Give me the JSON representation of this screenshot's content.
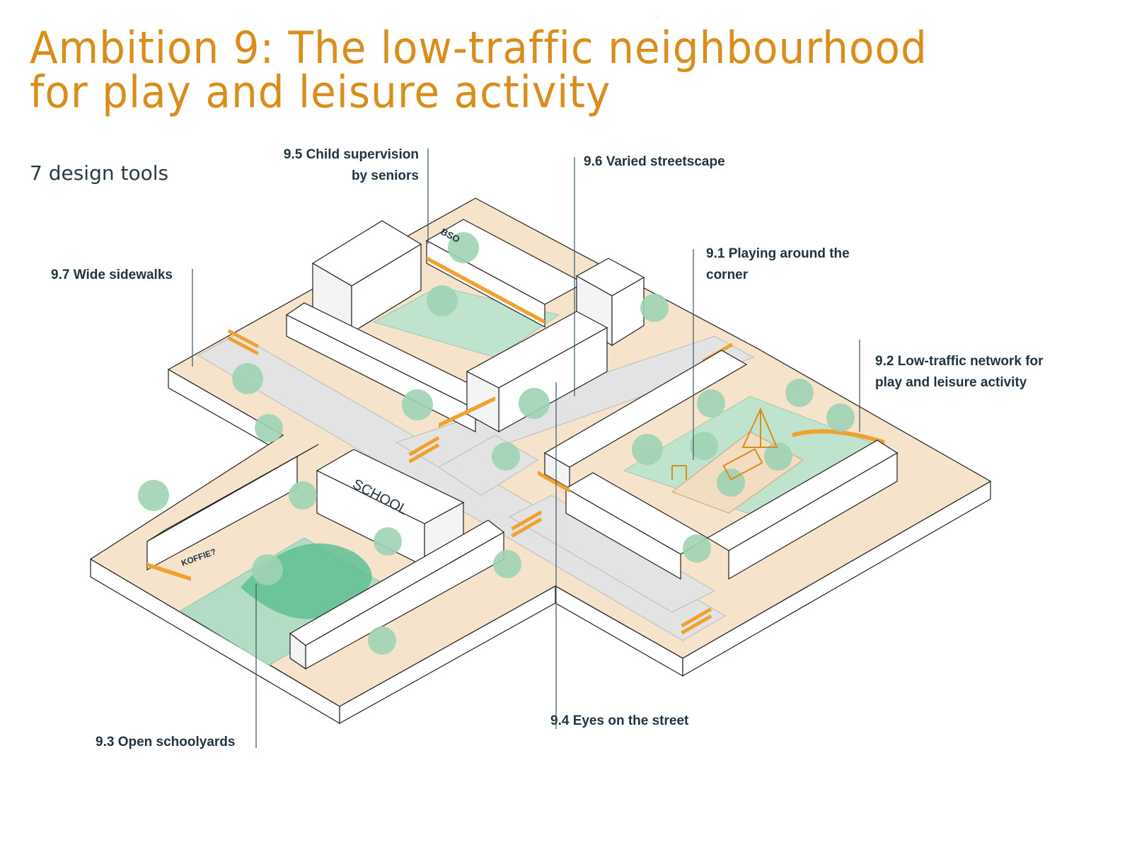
{
  "title": {
    "line1": "Ambition 9: The low-traffic neighbourhood",
    "line2": "for play and leisure activity"
  },
  "subtitle": "7 design tools",
  "labels": {
    "l95_line1": "9.5 Child supervision",
    "l95_line2": "by seniors",
    "l96": "9.6 Varied streetscape",
    "l91_line1": "9.1 Playing around the",
    "l91_line2": "corner",
    "l97": "9.7 Wide sidewalks",
    "l92_line1": "9.2 Low-traffic network for",
    "l92_line2": "play and leisure activity",
    "l94": "9.4 Eyes on the street",
    "l93": "9.3 Open schoolyards"
  },
  "signs": {
    "bso": "BSO",
    "school": "SCHOOL",
    "koffie": "KOFFIE?"
  },
  "colors": {
    "accent": "#d98d1a",
    "sidewalk": "#f5e3cc",
    "road": "#e2e2e2",
    "green": "#b8e0c9",
    "tree": "#9fd3b4",
    "text": "#1f3440"
  }
}
